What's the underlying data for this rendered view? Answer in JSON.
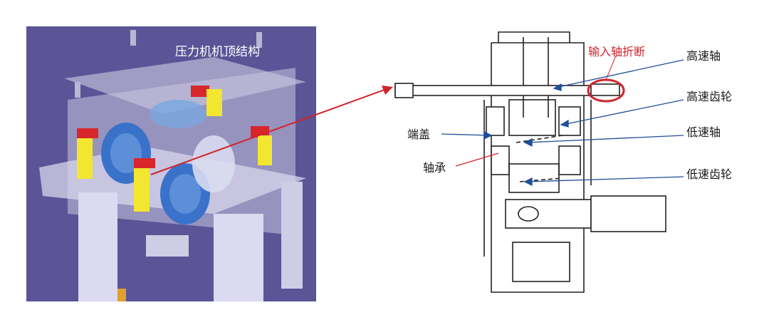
{
  "colors": {
    "render_bg": "#5b5497",
    "highlight_red": "#d0242b",
    "pointer_blue": "#1f4e9a",
    "frame_lines": "#222222"
  },
  "left_panel": {
    "title": "压力机机顶结构"
  },
  "right_panel": {
    "failure_label": "输入轴折断",
    "labels": {
      "high_speed_shaft": "高速轴",
      "high_speed_gear": "高速齿轮",
      "end_cover": "端盖",
      "low_speed_shaft": "低速轴",
      "bearing": "轴承",
      "low_speed_gear": "低速齿轮"
    }
  }
}
